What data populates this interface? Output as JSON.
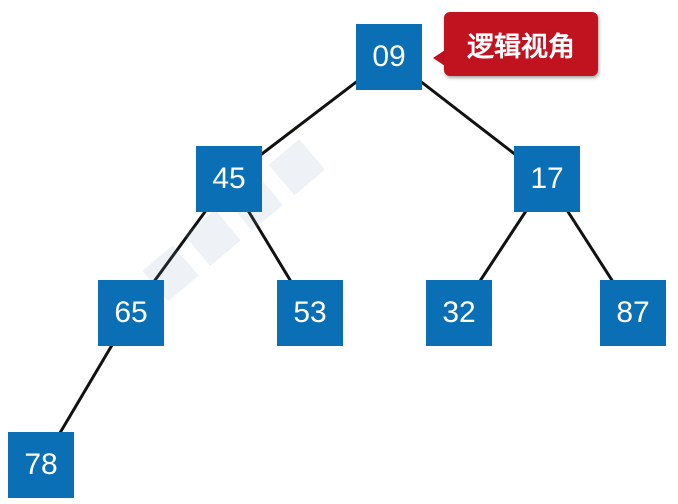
{
  "colors": {
    "node_fill": "#0a6fb5",
    "edge": "#111111",
    "callout_fill": "#c0121f",
    "node_text": "#ffffff"
  },
  "callout": {
    "label": "逻辑视角"
  },
  "tree": {
    "nodes": [
      {
        "id": "n09",
        "label": "09",
        "parent": null
      },
      {
        "id": "n45",
        "label": "45",
        "parent": "n09"
      },
      {
        "id": "n17",
        "label": "17",
        "parent": "n09"
      },
      {
        "id": "n65",
        "label": "65",
        "parent": "n45"
      },
      {
        "id": "n53",
        "label": "53",
        "parent": "n45"
      },
      {
        "id": "n32",
        "label": "32",
        "parent": "n17"
      },
      {
        "id": "n87",
        "label": "87",
        "parent": "n17"
      },
      {
        "id": "n78",
        "label": "78",
        "parent": "n65"
      }
    ]
  }
}
